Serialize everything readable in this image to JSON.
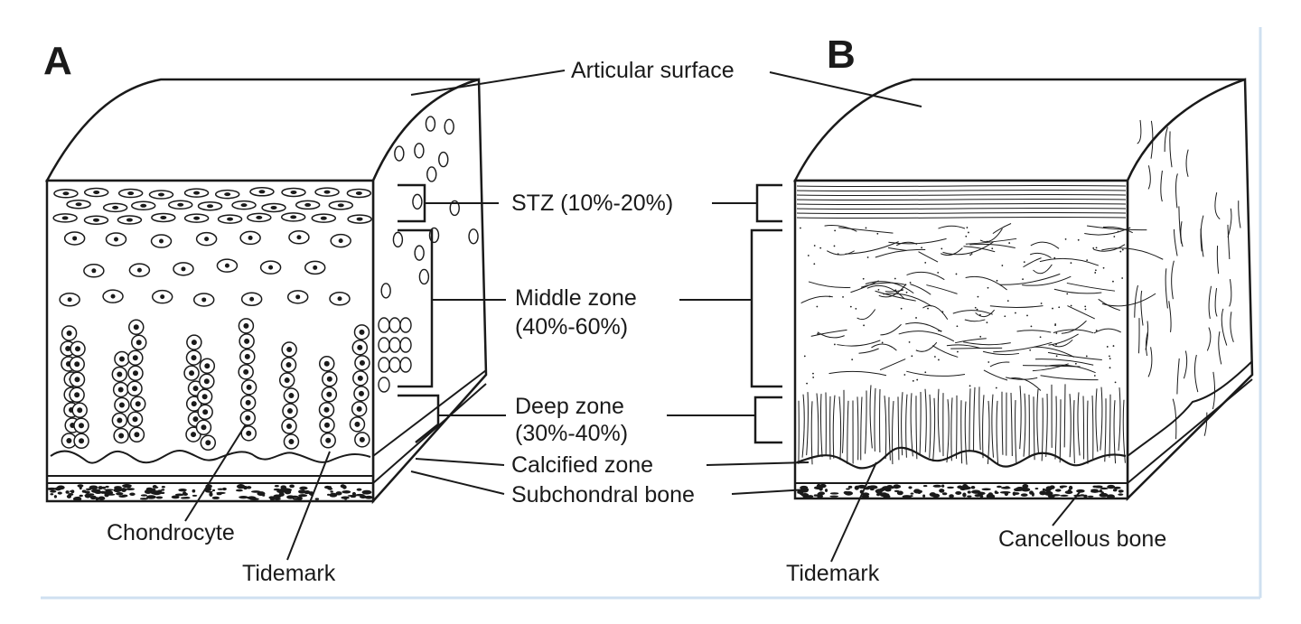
{
  "figure": {
    "panel_a": {
      "letter": "A"
    },
    "panel_b": {
      "letter": "B"
    },
    "labels": {
      "articular_surface": "Articular surface",
      "stz": "STZ (10%-20%)",
      "middle_zone_line1": "Middle zone",
      "middle_zone_line2": "(40%-60%)",
      "deep_zone_line1": "Deep zone",
      "deep_zone_line2": "(30%-40%)",
      "calcified_zone": "Calcified zone",
      "subchondral_bone": "Subchondral bone",
      "chondrocyte": "Chondrocyte",
      "tidemark_a": "Tidemark",
      "tidemark_b": "Tidemark",
      "cancellous_bone": "Cancellous bone"
    },
    "colors": {
      "ink": "#1a1a1a",
      "frame": "#cfe0f0",
      "background": "#ffffff"
    }
  }
}
